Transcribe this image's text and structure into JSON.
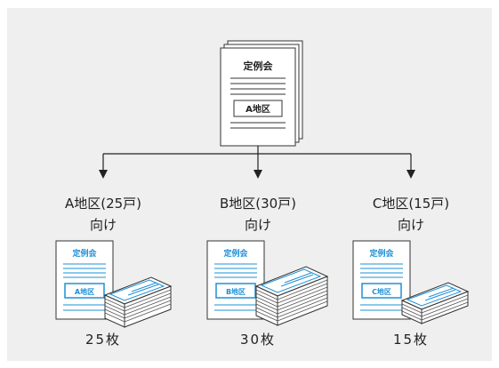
{
  "colors": {
    "panel": "#efefef",
    "ink": "#222222",
    "blue": "#1e90d6",
    "paper": "#ffffff"
  },
  "top_document": {
    "title": "定例会",
    "box_label": "A地区"
  },
  "branches": [
    {
      "district_line1": "A地区(25戸)",
      "district_line2": "向け",
      "doc_title": "定例会",
      "doc_box_label": "A地区",
      "count": "25枚"
    },
    {
      "district_line1": "B地区(30戸)",
      "district_line2": "向け",
      "doc_title": "定例会",
      "doc_box_label": "B地区",
      "count": "30枚"
    },
    {
      "district_line1": "C地区(15戸)",
      "district_line2": "向け",
      "doc_title": "定例会",
      "doc_box_label": "C地区",
      "count": "15枚"
    }
  ]
}
